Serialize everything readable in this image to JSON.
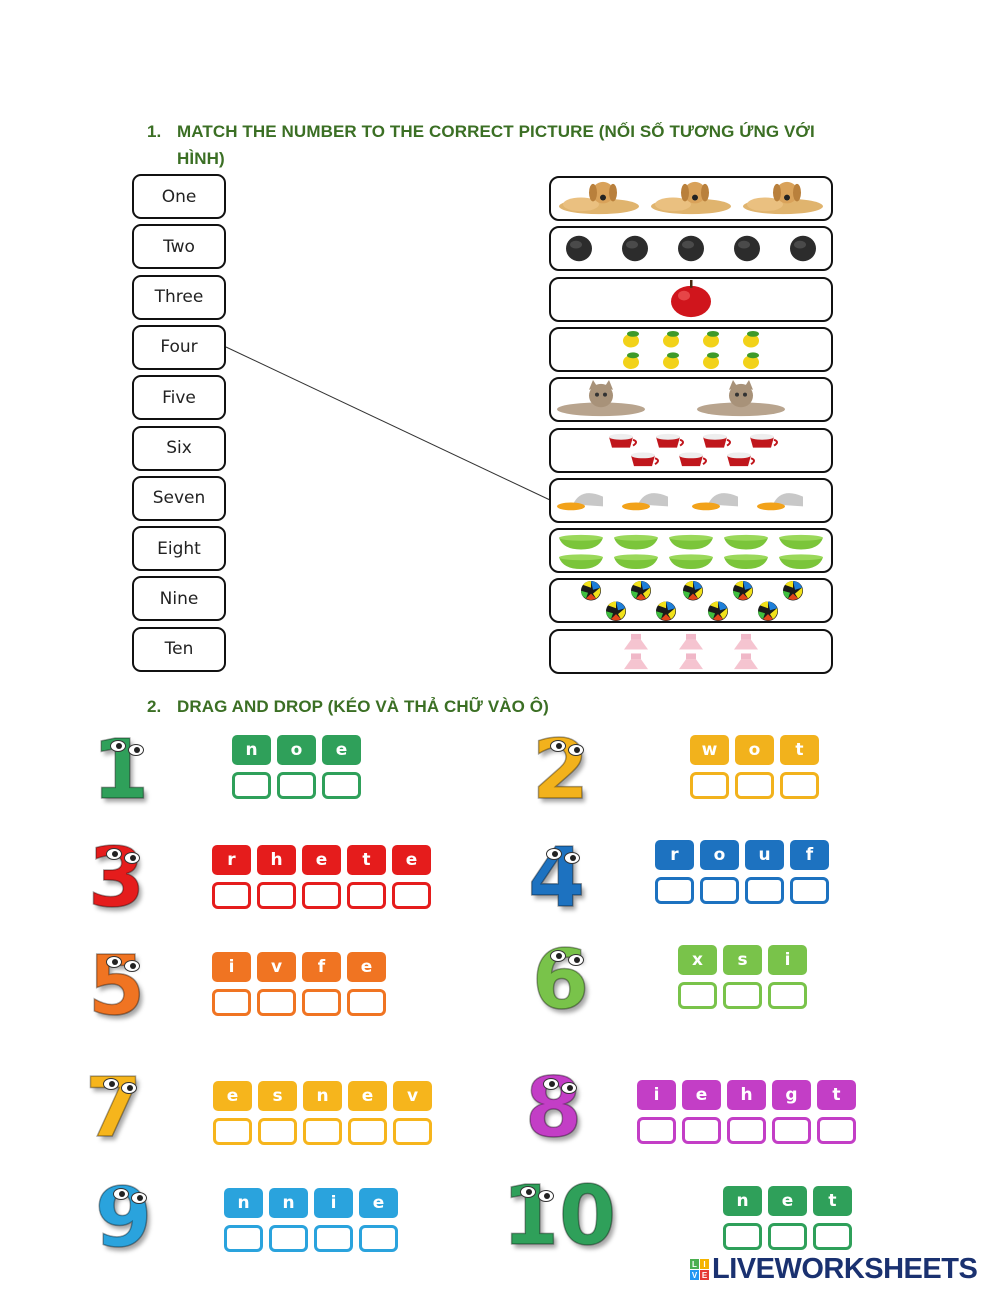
{
  "exercise1": {
    "number": "1.",
    "title_line1": "MATCH THE NUMBER TO THE CORRECT PICTURE (NỐI SỐ TƯƠNG ỨNG VỚI",
    "title_line2": "HÌNH)",
    "words": [
      "One",
      "Two",
      "Three",
      "Four",
      "Five",
      "Six",
      "Seven",
      "Eight",
      "Nine",
      "Ten"
    ],
    "pictures": [
      {
        "icon": "dog-icon",
        "count": 3
      },
      {
        "icon": "black-ball-icon",
        "count": 5
      },
      {
        "icon": "apple-icon",
        "count": 1
      },
      {
        "icon": "lemon-icon",
        "count": 8
      },
      {
        "icon": "cat-icon",
        "count": 2
      },
      {
        "icon": "cup-icon",
        "count": 7
      },
      {
        "icon": "cap-icon",
        "count": 4
      },
      {
        "icon": "bowl-icon",
        "count": 10
      },
      {
        "icon": "soccer-ball-icon",
        "count": 9
      },
      {
        "icon": "dress-icon",
        "count": 6
      }
    ],
    "drawn_match": {
      "word": "Four",
      "picture_index": 6
    }
  },
  "exercise2": {
    "number": "2.",
    "title": "DRAG AND DROP (KÉO VÀ THẢ CHỮ VÀO Ô)",
    "items": [
      {
        "numeral": "1",
        "letters": [
          "n",
          "o",
          "e"
        ],
        "color": "#2fa05a",
        "character": "snake-one-icon"
      },
      {
        "numeral": "2",
        "letters": [
          "w",
          "o",
          "t"
        ],
        "color": "#f2b21c",
        "character": "duck-two-icon"
      },
      {
        "numeral": "3",
        "letters": [
          "r",
          "h",
          "e",
          "t",
          "e"
        ],
        "color": "#e51c1c",
        "character": "monster-three-icon"
      },
      {
        "numeral": "4",
        "letters": [
          "r",
          "o",
          "u",
          "f"
        ],
        "color": "#1d72c0",
        "character": "monster-four-icon"
      },
      {
        "numeral": "5",
        "letters": [
          "i",
          "v",
          "f",
          "e"
        ],
        "color": "#f07422",
        "character": "snake-five-icon"
      },
      {
        "numeral": "6",
        "letters": [
          "x",
          "s",
          "i"
        ],
        "color": "#79c34a",
        "character": "dragon-six-icon"
      },
      {
        "numeral": "7",
        "letters": [
          "e",
          "s",
          "n",
          "e",
          "v"
        ],
        "color": "#f6b51c",
        "character": "giraffe-seven-icon"
      },
      {
        "numeral": "8",
        "letters": [
          "i",
          "e",
          "h",
          "g",
          "t"
        ],
        "color": "#c33ec6",
        "character": "monster-eight-icon"
      },
      {
        "numeral": "9",
        "letters": [
          "n",
          "n",
          "i",
          "e"
        ],
        "color": "#2aa3dd",
        "character": "monster-nine-icon"
      },
      {
        "numeral": "10",
        "letters": [
          "n",
          "e",
          "t"
        ],
        "color": "#2fa05a",
        "character": "snake-ten-icon"
      }
    ]
  },
  "branding": {
    "logo_text": "LIVEWORKSHEETS",
    "logo_letters": [
      "L",
      "I",
      "V",
      "E"
    ],
    "logo_colors": [
      "#4caf50",
      "#f4b400",
      "#2196f3",
      "#e53935"
    ]
  }
}
